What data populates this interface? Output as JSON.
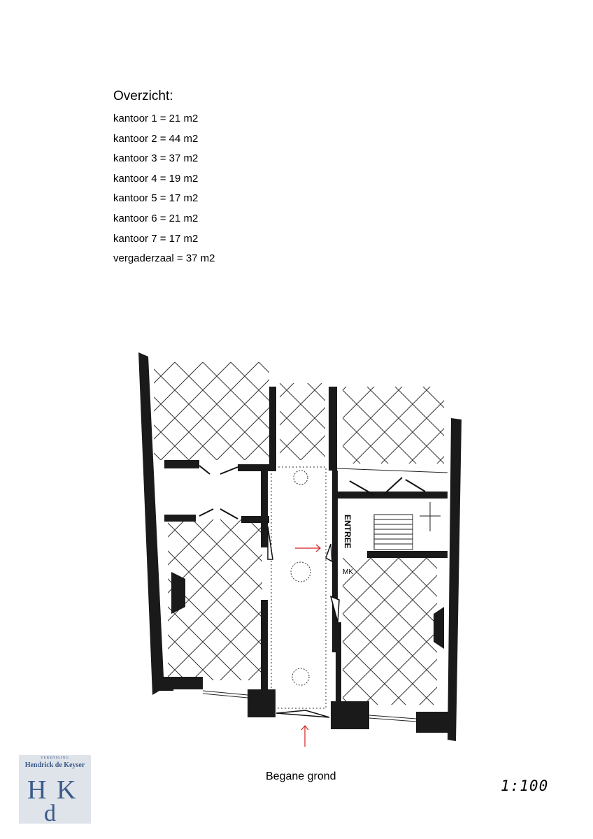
{
  "overview": {
    "title": "Overzicht:",
    "items": [
      "kantoor 1 = 21 m2",
      "kantoor 2 = 44 m2",
      "kantoor 3 = 37 m2",
      "kantoor 4 = 19 m2",
      "kantoor 5 = 17 m2",
      "kantoor 6 = 21 m2",
      "kantoor 7 = 17 m2",
      "vergaderzaal = 37 m2"
    ]
  },
  "plan": {
    "label_entree": "ENTREE",
    "label_mk": "MK",
    "caption": "Begane grond",
    "scale": "1:100"
  },
  "logo": {
    "small_text": "VERENIGING",
    "name": "Hendrick de Keyser",
    "monogram": "HdK"
  },
  "colors": {
    "wall": "#1a1a1a",
    "arrow": "#d42020",
    "logo_blue": "#3a5a8a"
  }
}
